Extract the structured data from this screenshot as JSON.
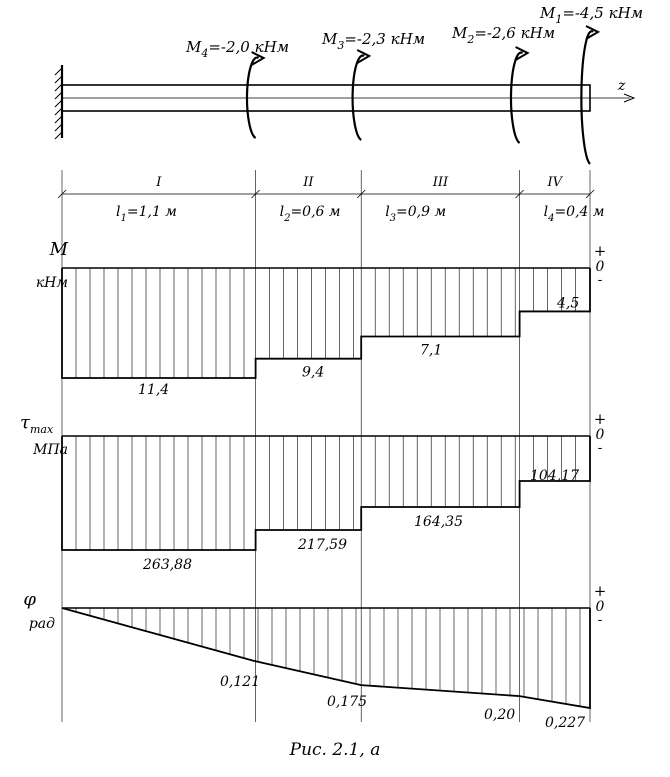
{
  "moments": [
    {
      "sym": "M",
      "sub": "4",
      "val": "=-2,0 кНм"
    },
    {
      "sym": "M",
      "sub": "3",
      "val": "=-2,3 кНм"
    },
    {
      "sym": "M",
      "sub": "2",
      "val": "=-2,6 кНм"
    },
    {
      "sym": "M",
      "sub": "1",
      "val": "=-4,5 кНм"
    }
  ],
  "axis_label": "z",
  "sections": [
    {
      "roman": "I",
      "l": "l",
      "sub": "1",
      "len": "=1,1 м"
    },
    {
      "roman": "II",
      "l": "l",
      "sub": "2",
      "len": "=0,6 м"
    },
    {
      "roman": "III",
      "l": "l",
      "sub": "3",
      "len": "=0,9 м"
    },
    {
      "roman": "IV",
      "l": "l",
      "sub": "4",
      "len": "=0,4 м"
    }
  ],
  "diagrams": {
    "torque": {
      "symbol": "M",
      "unit": "кНм",
      "values": [
        11.4,
        9.4,
        7.1,
        4.5
      ],
      "labels": [
        "11,4",
        "9,4",
        "7,1",
        "4,5"
      ]
    },
    "stress": {
      "symbol": "τ",
      "sub": "max",
      "unit": "МПа",
      "values": [
        263.88,
        217.59,
        164.35,
        104.17
      ],
      "labels": [
        "263,88",
        "217,59",
        "164,35",
        "104,17"
      ]
    },
    "angle": {
      "symbol": "φ",
      "unit": "рад",
      "values": [
        0,
        0.121,
        0.175,
        0.2,
        0.227
      ],
      "labels": [
        "0,121",
        "0,175",
        "0,20",
        "0,227"
      ]
    }
  },
  "signs": {
    "plus": "+",
    "zero": "0",
    "minus": "-"
  },
  "caption": "Рис. 2.1, а"
}
